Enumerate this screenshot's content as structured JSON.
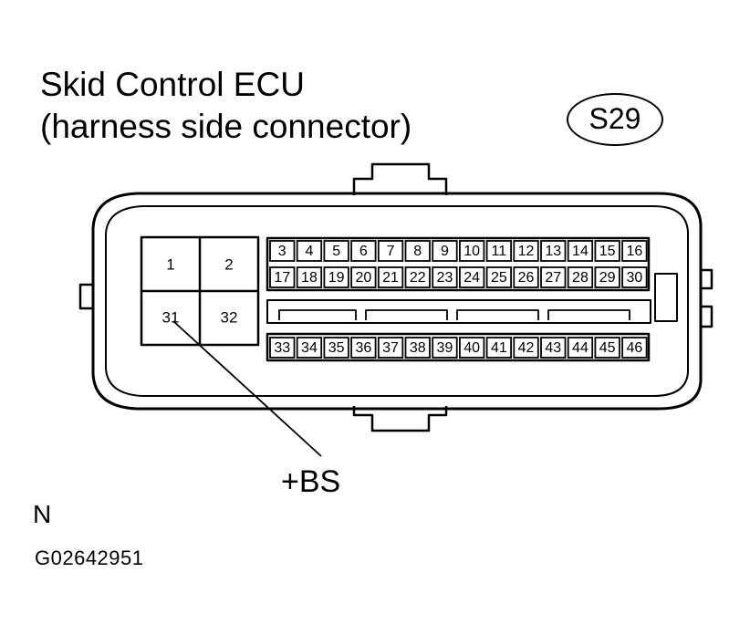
{
  "title": {
    "line1": "Skid Control ECU",
    "line2": "(harness side connector)"
  },
  "connector_code": "S29",
  "large_terminals": [
    "1",
    "2",
    "31",
    "32"
  ],
  "row_top": [
    "3",
    "4",
    "5",
    "6",
    "7",
    "8",
    "9",
    "10",
    "11",
    "12",
    "13",
    "14",
    "15",
    "16"
  ],
  "row_middle": [
    "17",
    "18",
    "19",
    "20",
    "21",
    "22",
    "23",
    "24",
    "25",
    "26",
    "27",
    "28",
    "29",
    "30"
  ],
  "row_bottom": [
    "33",
    "34",
    "35",
    "36",
    "37",
    "38",
    "39",
    "40",
    "41",
    "42",
    "43",
    "44",
    "45",
    "46"
  ],
  "wire_label": "+BS",
  "orientation_mark": "N",
  "figure_code": "G02642951"
}
